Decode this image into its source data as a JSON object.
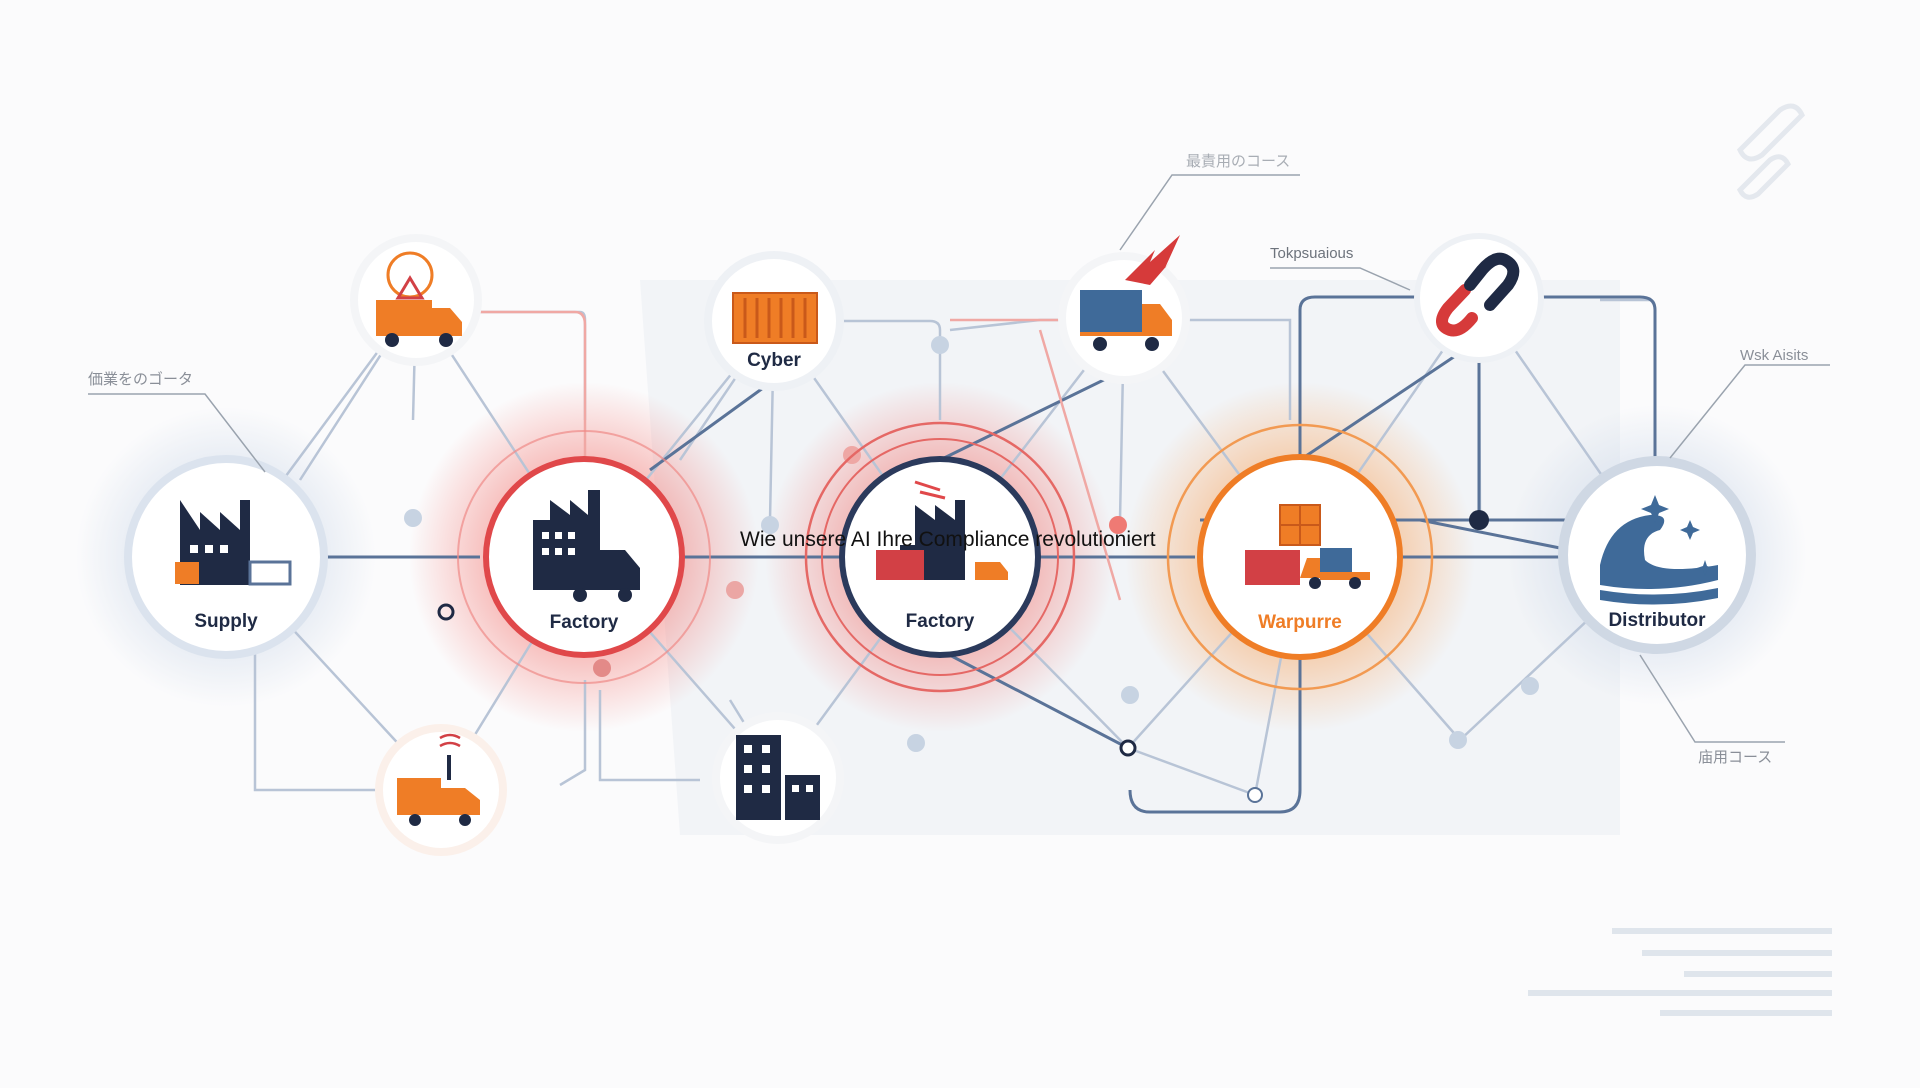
{
  "title": "Wie unsere AI Ihre Compliance revolutioniert",
  "nodes": [
    {
      "label": "Supply",
      "icon": "factory-icon"
    },
    {
      "label": "Factory",
      "icon": "factory-truck-icon"
    },
    {
      "label": "Cyber",
      "icon": "container-icon"
    },
    {
      "label": "Factory",
      "icon": "factory-container-icon"
    },
    {
      "label": "Warpurre",
      "icon": "warehouse-truck-icon"
    },
    {
      "label": "Distributor",
      "icon": "wave-icon"
    }
  ],
  "annotations": [
    "価業をのゴータ",
    "最責用のコース",
    "Tokpsuaious",
    "Wsk Aisits",
    "庙用コース"
  ],
  "colors": {
    "navy": "#1f2a44",
    "red": "#e0484a",
    "orange": "#ef7d26",
    "steel": "#8aa0bd",
    "blue": "#3f6a99"
  }
}
